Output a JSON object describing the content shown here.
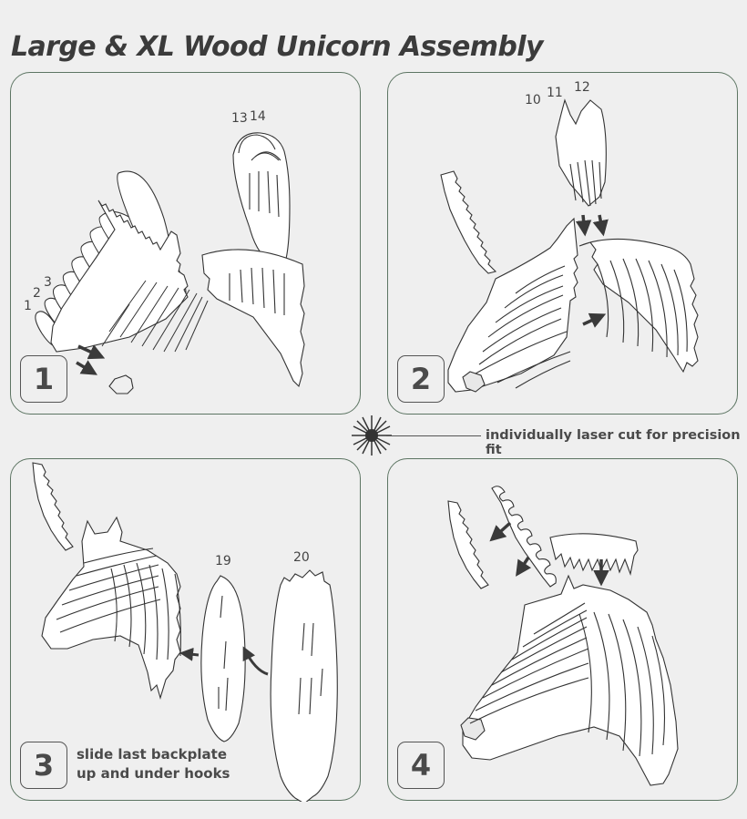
{
  "title": "Large & XL Wood Unicorn Assembly",
  "laser_note": "individually laser cut for precision fit",
  "steps": [
    {
      "number": "1",
      "part_labels": [
        "1",
        "2",
        "3",
        "13",
        "14"
      ]
    },
    {
      "number": "2",
      "part_labels": [
        "10",
        "11",
        "12"
      ]
    },
    {
      "number": "3",
      "part_labels": [
        "19",
        "20"
      ],
      "note_line1": "slide last backplate",
      "note_line2": "up and under hooks"
    },
    {
      "number": "4",
      "part_labels": []
    }
  ],
  "icons": {
    "laser": "laser-burst-icon",
    "arrow": "arrow-icon"
  },
  "colors": {
    "background": "#efefef",
    "panel_border": "#5d7563",
    "text": "#3a3a3a",
    "arrow": "#3a3a3a"
  }
}
